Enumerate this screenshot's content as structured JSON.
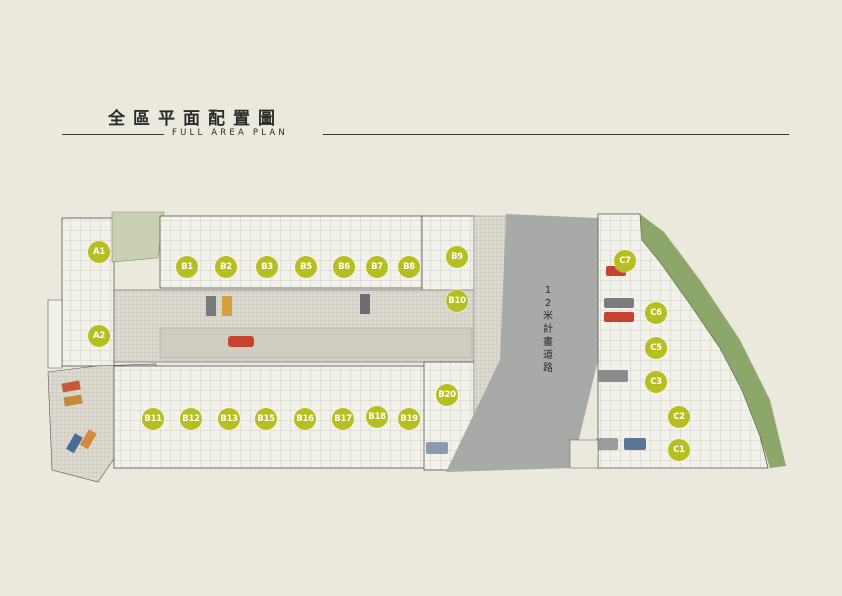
{
  "header": {
    "title_zh": "全區平面配置圖",
    "title_en": "FULL AREA PLAN"
  },
  "road_label": "12米計畫道路",
  "colors": {
    "background": "#ebe9dd",
    "unit_badge": "#b6bf1f",
    "road": "#a9aaa8",
    "greenery": "#7d9a55"
  },
  "units": [
    {
      "id": "A1"
    },
    {
      "id": "A2"
    },
    {
      "id": "B1"
    },
    {
      "id": "B2"
    },
    {
      "id": "B3"
    },
    {
      "id": "B5"
    },
    {
      "id": "B6"
    },
    {
      "id": "B7"
    },
    {
      "id": "B8"
    },
    {
      "id": "B9"
    },
    {
      "id": "B10"
    },
    {
      "id": "B11"
    },
    {
      "id": "B12"
    },
    {
      "id": "B13"
    },
    {
      "id": "B15"
    },
    {
      "id": "B16"
    },
    {
      "id": "B17"
    },
    {
      "id": "B18"
    },
    {
      "id": "B19"
    },
    {
      "id": "B20"
    },
    {
      "id": "C7"
    },
    {
      "id": "C6"
    },
    {
      "id": "C5"
    },
    {
      "id": "C3"
    },
    {
      "id": "C2"
    },
    {
      "id": "C1"
    }
  ]
}
